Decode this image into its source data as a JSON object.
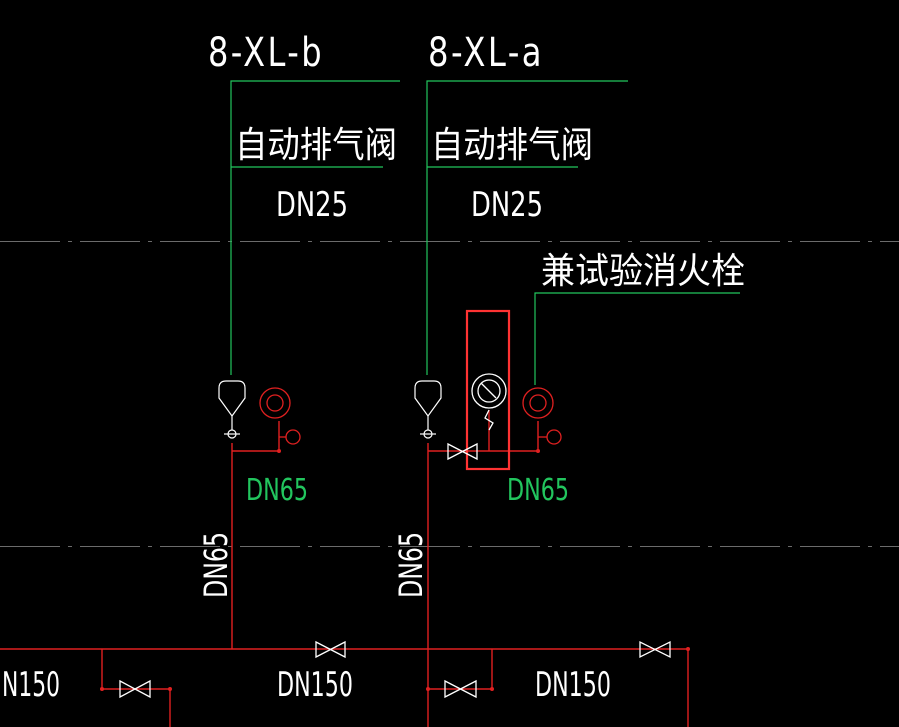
{
  "colors": {
    "background": "#000000",
    "leader_line": "#22c55e",
    "pipe": "#e02020",
    "text": "#ffffff",
    "label_green": "#22c55e",
    "highlight_box": "#ff3333",
    "symbol": "#ffffff",
    "grid_dash": "#6b6b6b"
  },
  "risers": [
    {
      "tag": "8-XL-b",
      "vent_valve_label": "自动排气阀",
      "vent_valve_size": "DN25",
      "branch_size": "DN65",
      "riser_size": "DN65",
      "vent_valve_icon": "auto-air-vent-icon",
      "hydrant_icon": "fire-hydrant-icon"
    },
    {
      "tag": "8-XL-a",
      "vent_valve_label": "自动排气阀",
      "vent_valve_size": "DN25",
      "test_hydrant_label": "兼试验消火栓",
      "pressure_gauge_icon": "pressure-gauge-icon",
      "branch_size": "DN65",
      "riser_size": "DN65",
      "vent_valve_icon": "auto-air-vent-icon",
      "hydrant_icon": "fire-hydrant-icon"
    }
  ],
  "main_pipe": {
    "labels": [
      "N150",
      "DN150",
      "DN150"
    ],
    "valve_icon": "gate-valve-icon"
  }
}
